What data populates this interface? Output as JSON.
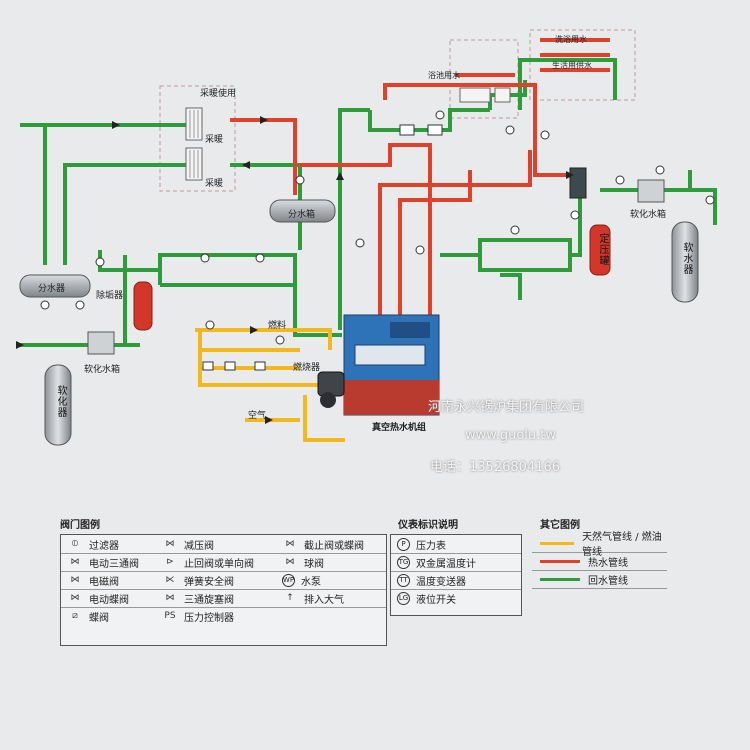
{
  "colors": {
    "green": "#2e9c3a",
    "red": "#e0412b",
    "yellow": "#f3b81b",
    "tank_red": "#d2372a",
    "boiler_blue": "#2e73b8"
  },
  "diagram": {
    "heating_use": "采暖使用",
    "radiator_1": "采暖",
    "radiator_2": "采暖",
    "manifold_top": "分水箱",
    "manifold_left": "分水器",
    "strainer": "除垢器",
    "soft_tank_left": "软化水箱",
    "softener_left": "软化器",
    "soft_tank_right": "软化水箱",
    "softener_right": "软水器",
    "fuel": "燃料",
    "burner": "燃烧器",
    "air": "空气",
    "boiler_name": "真空热水机组",
    "bath_water": "浴池用水",
    "shower_water": "洗浴用水",
    "domestic_water": "生活用供水",
    "expansion_right": "定压罐"
  },
  "company": {
    "name": "河南永兴锅炉集团有限公司",
    "website": "www.guolu.tw",
    "phone": "电话：13526804166"
  },
  "legend_valves": {
    "title": "阀门图例",
    "rows": [
      [
        "过滤器",
        "减压阀",
        "截止阀或蝶阀"
      ],
      [
        "电动三通阀",
        "止回阀或单向阀",
        "球阀"
      ],
      [
        "电磁阀",
        "弹簧安全阀",
        "水泵"
      ],
      [
        "电动蝶阀",
        "三通旋塞阀",
        "排入大气"
      ],
      [
        "蝶阀",
        "压力控制器",
        ""
      ]
    ]
  },
  "legend_instruments": {
    "title": "仪表标识说明",
    "rows": [
      {
        "code": "P",
        "label": "压力表"
      },
      {
        "code": "TG",
        "label": "双金属温度计"
      },
      {
        "code": "TT",
        "label": "温度变送器"
      },
      {
        "code": "LG",
        "label": "液位开关"
      }
    ]
  },
  "legend_other": {
    "title": "其它图例",
    "rows": [
      {
        "label": "天然气管线 / 燃油管线",
        "color": "#f3b81b"
      },
      {
        "label": "热水管线",
        "color": "#e0412b"
      },
      {
        "label": "回水管线",
        "color": "#2e9c3a"
      }
    ]
  }
}
